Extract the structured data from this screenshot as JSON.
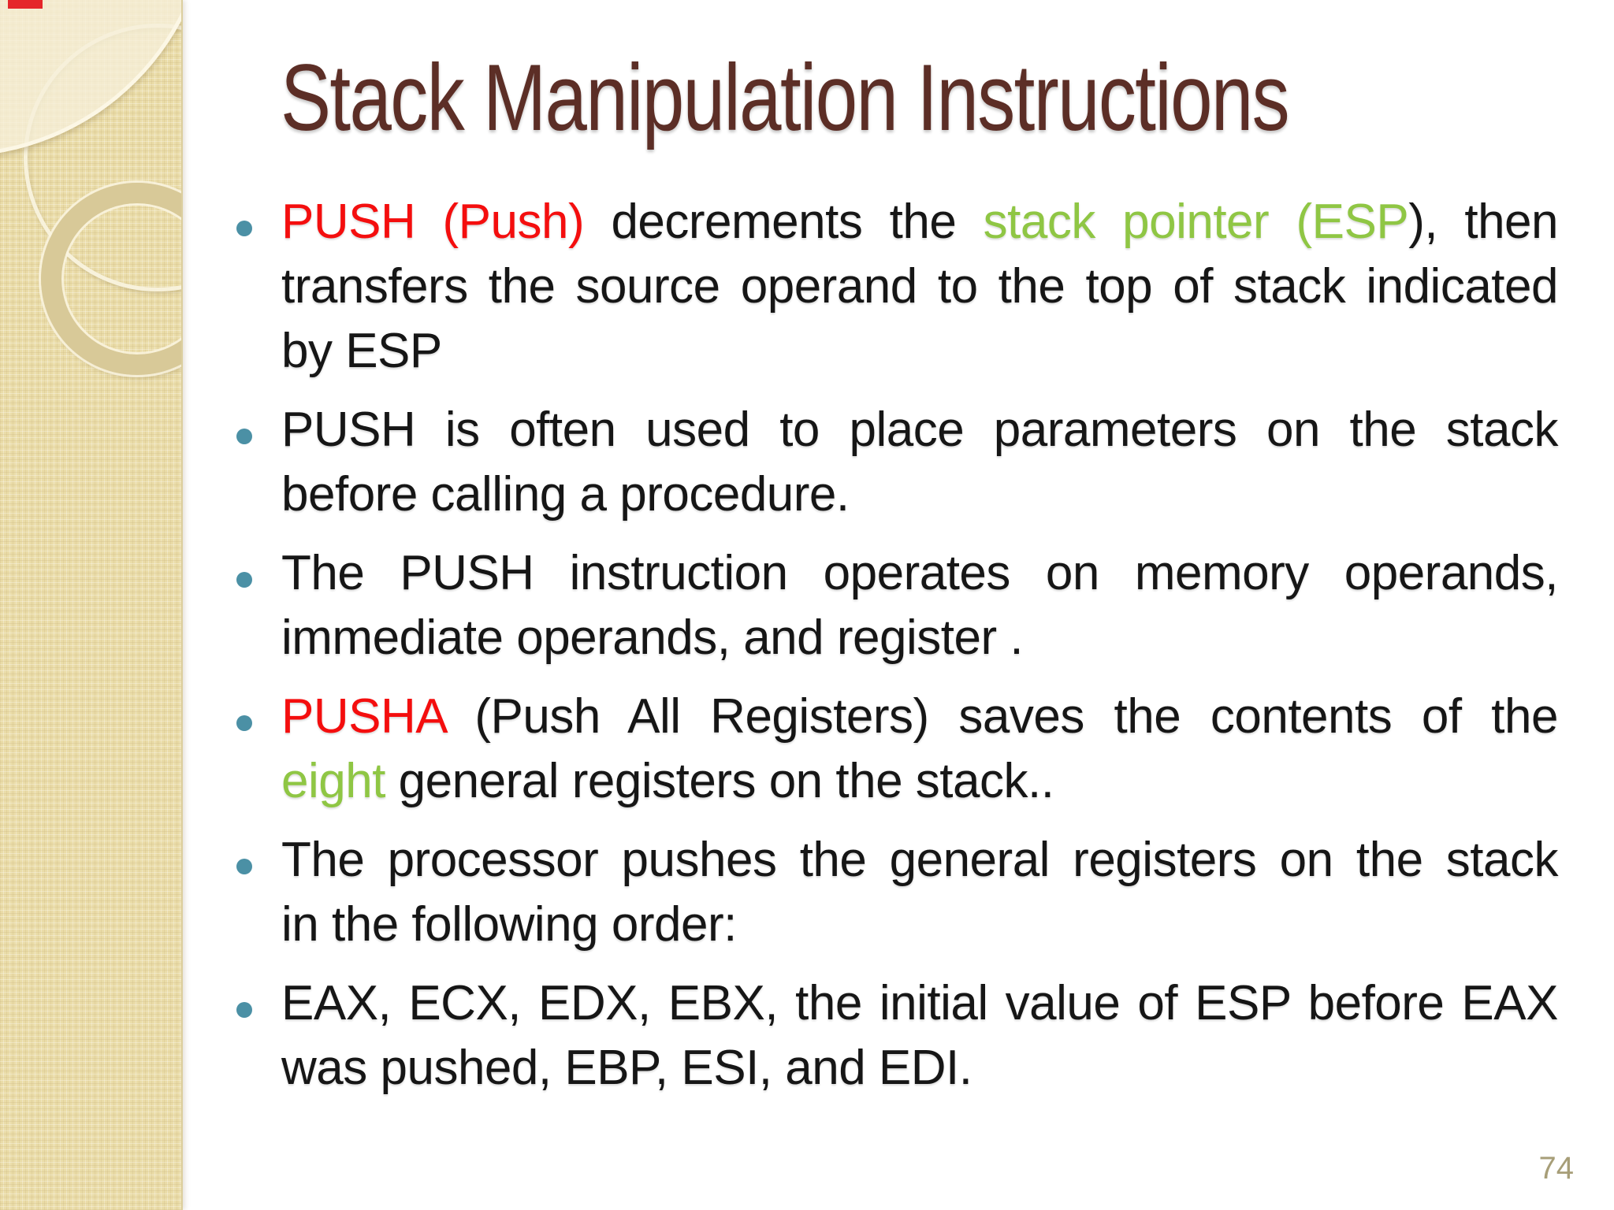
{
  "slide": {
    "title": "Stack Manipulation Instructions",
    "page_number": "74",
    "bullets": [
      {
        "lines": [
          {
            "justify": true,
            "segments": [
              {
                "t": "PUSH (Push)",
                "c": "red"
              },
              {
                "t": " decrements the ",
                "c": "body"
              },
              {
                "t": "stack pointer (ESP",
                "c": "green"
              },
              {
                "t": "), then",
                "c": "body"
              }
            ]
          },
          {
            "justify": true,
            "segments": [
              {
                "t": "transfers the source operand to the top of stack indicated",
                "c": "body"
              }
            ]
          },
          {
            "justify": false,
            "segments": [
              {
                "t": "by ESP",
                "c": "body"
              }
            ]
          }
        ]
      },
      {
        "lines": [
          {
            "justify": true,
            "segments": [
              {
                "t": "PUSH is often used to place parameters on the stack",
                "c": "body"
              }
            ]
          },
          {
            "justify": false,
            "segments": [
              {
                "t": "before calling a procedure.",
                "c": "body"
              }
            ]
          }
        ]
      },
      {
        "lines": [
          {
            "justify": true,
            "segments": [
              {
                "t": "The PUSH instruction operates on memory operands,",
                "c": "body"
              }
            ]
          },
          {
            "justify": false,
            "segments": [
              {
                "t": "immediate operands, and register .",
                "c": "body"
              }
            ]
          }
        ]
      },
      {
        "lines": [
          {
            "justify": true,
            "segments": [
              {
                "t": "PUSHA",
                "c": "red"
              },
              {
                "t": " (Push All Registers) saves the contents of the",
                "c": "body"
              }
            ]
          },
          {
            "justify": false,
            "segments": [
              {
                "t": "eight",
                "c": "green"
              },
              {
                "t": " general registers on the stack..",
                "c": "body"
              }
            ]
          }
        ]
      },
      {
        "lines": [
          {
            "justify": true,
            "segments": [
              {
                "t": "The processor pushes the general registers on the stack",
                "c": "body"
              }
            ]
          },
          {
            "justify": false,
            "segments": [
              {
                "t": "in the following order:",
                "c": "body"
              }
            ]
          }
        ]
      },
      {
        "lines": [
          {
            "justify": true,
            "segments": [
              {
                "t": "EAX, ECX, EDX, EBX, the initial value of ESP before EAX",
                "c": "body"
              }
            ]
          },
          {
            "justify": false,
            "segments": [
              {
                "t": "was pushed, EBP, ESI, and EDI.",
                "c": "body"
              }
            ]
          }
        ]
      }
    ],
    "colors": {
      "title": "#5C2E26",
      "body": "#161616",
      "red": "#F40E0E",
      "green": "#8FC644",
      "bullet_dot": "#4B90A5",
      "page_number": "#A79E78",
      "sidebar_base": "#EADCA8",
      "sidebar_light": "#F6F0DA",
      "sidebar_ring": "#D8C998"
    }
  }
}
